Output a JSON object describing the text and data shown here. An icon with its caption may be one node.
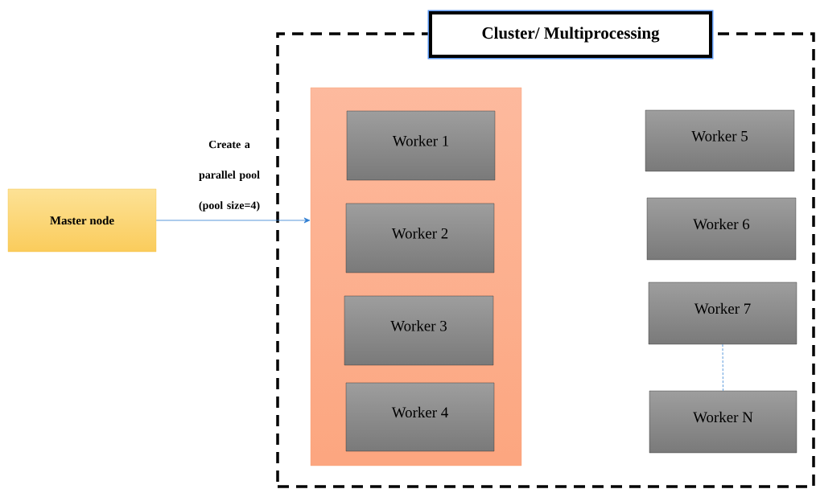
{
  "diagram": {
    "nodes": [
      {
        "text": [
          "Master node"
        ]
      },
      {
        "text": [
          "Cluster/ Multiprocessing"
        ]
      },
      {
        "text": [],
        "shape": "box",
        "in": 1
      },
      {
        "text": [
          "Worker 1"
        ],
        "in": 2
      },
      {
        "text": [
          "Worker 2"
        ],
        "in": 2
      },
      {
        "text": [
          "Worker 3"
        ],
        "in": 2
      },
      {
        "text": [
          "Worker 4"
        ],
        "in": 2
      },
      {
        "text": [
          "Worker 5"
        ],
        "in": 1
      },
      {
        "text": [
          "Worker 6"
        ],
        "in": 1
      },
      {
        "text": [
          "Worker 7"
        ],
        "in": 1
      },
      {
        "text": [
          "Worker N"
        ],
        "in": 1
      }
    ],
    "edges": [
      {
        "from": 0,
        "to": 2,
        "arrow": "to",
        "label": "Create a parallel pool (pool size=4)",
        "color": "#2e7dd2"
      },
      {
        "from": 9,
        "to": 10,
        "arrow": "none",
        "style": "dashed",
        "color": "#2e7dd2"
      }
    ]
  }
}
